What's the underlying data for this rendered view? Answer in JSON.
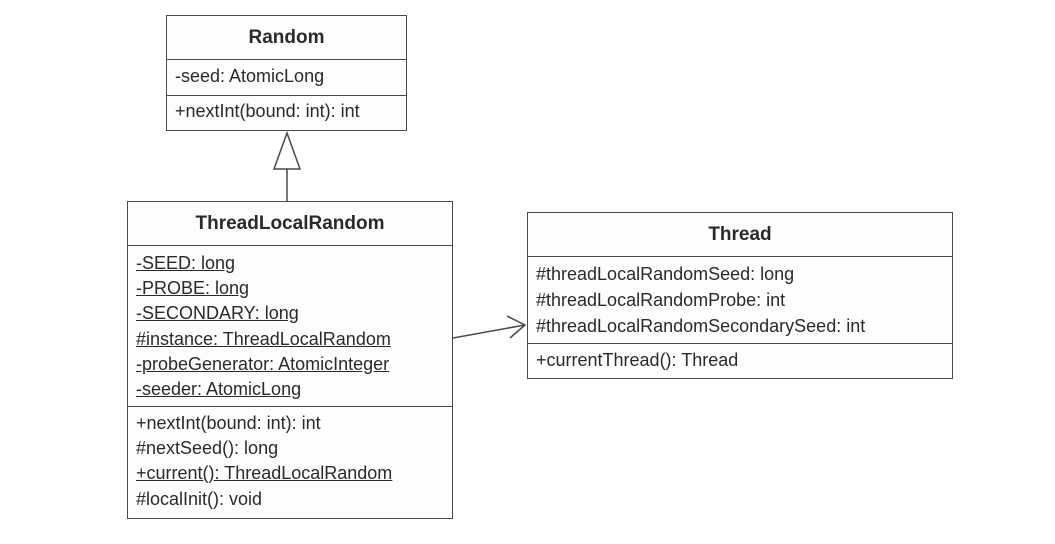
{
  "diagram": {
    "classes": {
      "random": {
        "name": "Random",
        "attributes": [
          {
            "text": "-seed: AtomicLong",
            "static": false
          }
        ],
        "operations": [
          {
            "text": "+nextInt(bound: int): int",
            "static": false
          }
        ]
      },
      "thread_local_random": {
        "name": "ThreadLocalRandom",
        "attributes": [
          {
            "text": "-SEED: long",
            "static": true
          },
          {
            "text": "-PROBE: long",
            "static": true
          },
          {
            "text": "-SECONDARY: long",
            "static": true
          },
          {
            "text": "#instance: ThreadLocalRandom",
            "static": true
          },
          {
            "text": "-probeGenerator: AtomicInteger",
            "static": true
          },
          {
            "text": "-seeder: AtomicLong",
            "static": true
          }
        ],
        "operations": [
          {
            "text": "+nextInt(bound: int): int",
            "static": false
          },
          {
            "text": "#nextSeed(): long",
            "static": false
          },
          {
            "text": "+current(): ThreadLocalRandom",
            "static": true
          },
          {
            "text": "#localInit(): void",
            "static": false
          }
        ]
      },
      "thread": {
        "name": "Thread",
        "attributes": [
          {
            "text": "#threadLocalRandomSeed: long",
            "static": false
          },
          {
            "text": "#threadLocalRandomProbe: int",
            "static": false
          },
          {
            "text": "#threadLocalRandomSecondarySeed: int",
            "static": false
          }
        ],
        "operations": [
          {
            "text": "+currentThread(): Thread",
            "static": false
          }
        ]
      }
    },
    "relations": [
      {
        "from": "ThreadLocalRandom",
        "to": "Random",
        "type": "generalization"
      },
      {
        "from": "ThreadLocalRandom",
        "to": "Thread",
        "type": "association"
      }
    ],
    "colors": {
      "line": "#4a4a4a",
      "text": "#2a2a2a",
      "background": "#ffffff"
    }
  }
}
